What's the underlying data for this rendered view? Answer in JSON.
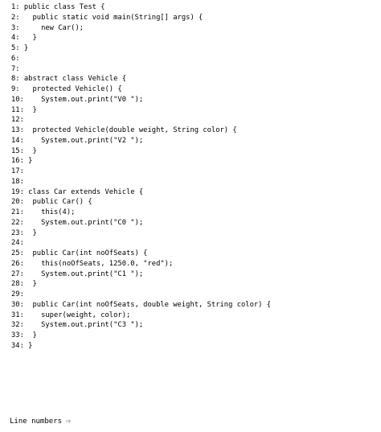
{
  "lines": [
    "1: public class Test {",
    "2:   public static void main(String[] args) {",
    "3:     new Car();",
    "4:   }",
    "5: }",
    "6:",
    "7:",
    "8: abstract class Vehicle {",
    "9:   protected Vehicle() {",
    "10:    System.out.print(\"V0 \");",
    "11:  }",
    "12:",
    "13:  protected Vehicle(double weight, String color) {",
    "14:    System.out.print(\"V2 \");",
    "15:  }",
    "16: }",
    "17:",
    "18:",
    "19: class Car extends Vehicle {",
    "20:  public Car() {",
    "21:    this(4);",
    "22:    System.out.print(\"C0 \");",
    "23:  }",
    "24:",
    "25:  public Car(int noOfSeats) {",
    "26:    this(noOfSeats, 1250.0, \"red\");",
    "27:    System.out.print(\"C1 \");",
    "28:  }",
    "29:",
    "30:  public Car(int noOfSeats, double weight, String color) {",
    "31:    super(weight, color);",
    "32:    System.out.print(\"C3 \");",
    "33:  }",
    "34: }"
  ],
  "footer": "Line numbers ⇨"
}
